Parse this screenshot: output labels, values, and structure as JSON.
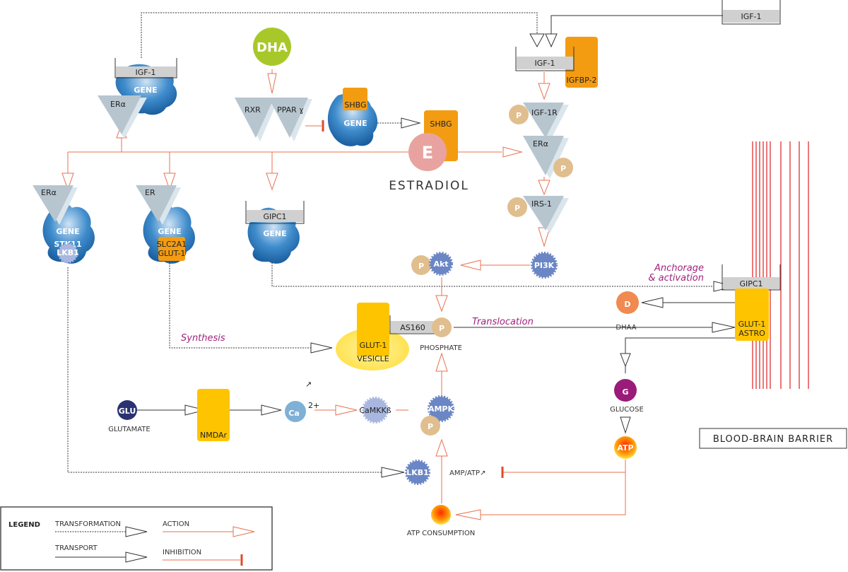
{
  "labels": {
    "igf1_top": "IGF-1",
    "igf1_gene_box": "IGF-1",
    "gene": "GENE",
    "er_alpha": "ERα",
    "er": "ER",
    "dha": "DHA",
    "rxr": "RXR",
    "ppar": "PPAR ɣ",
    "shbg": "SHBG",
    "e": "E",
    "estradiol": "ESTRADIOL",
    "igf1_receptor_box": "IGF-1",
    "igfbp2": "IGFBP-2",
    "igf1r": "IGF-1R",
    "p": "P",
    "irs1": "IRS-1",
    "pi3k": "PI3K",
    "akt": "Akt",
    "gipc1": "GIPC1",
    "stk11": "STK11",
    "lkb1": "LKB1",
    "slc2a1": "SLC2A1",
    "glut1": "GLUT-1",
    "anchorage": "Anchorage",
    "activation": "& activation",
    "as160": "AS160",
    "phosphate": "PHOSPHATE",
    "translocation": "Translocation",
    "synthesis": "Synthesis",
    "vesicle": "VESICLE",
    "d": "D",
    "dhaa": "DHAA",
    "astro": "ASTRO",
    "g": "G",
    "glucose": "GLUCOSE",
    "atp": "ATP",
    "bbb": "BLOOD-BRAIN BARRIER",
    "glu": "GLU",
    "glutamate": "GLUTAMATE",
    "nmdar": "NMDAr",
    "ca": "Ca",
    "ca_sup": "2+",
    "up_arrow": "↗",
    "camkkb": "CaMKKß",
    "ampk": "AMPK",
    "amp_atp": "AMP/ATP↗",
    "atp_consumption": "ATP CONSUMPTION"
  },
  "legend": {
    "title": "LEGEND",
    "transformation": "TRANSFORMATION",
    "action": "ACTION",
    "transport": "TRANSPORT",
    "inhibition": "INHIBITION"
  },
  "colors": {
    "gene_blue": "#1f6fb5",
    "receptor_gray": "#b7c5cf",
    "orange_box": "#f39c12",
    "yellow_box": "#ffc400",
    "action_red": "#e8704f",
    "estradiol_pink": "#e8a3a0",
    "tan_p": "#e0be8e",
    "star_blue": "#6b86c4",
    "dha_green": "#a8c82a",
    "glu_navy": "#2a3272",
    "glucose_purple": "#9b1b7a",
    "ca_lightblue": "#7fb0d6",
    "bbb_red": "#e03030",
    "italic_purple": "#a0237d"
  }
}
